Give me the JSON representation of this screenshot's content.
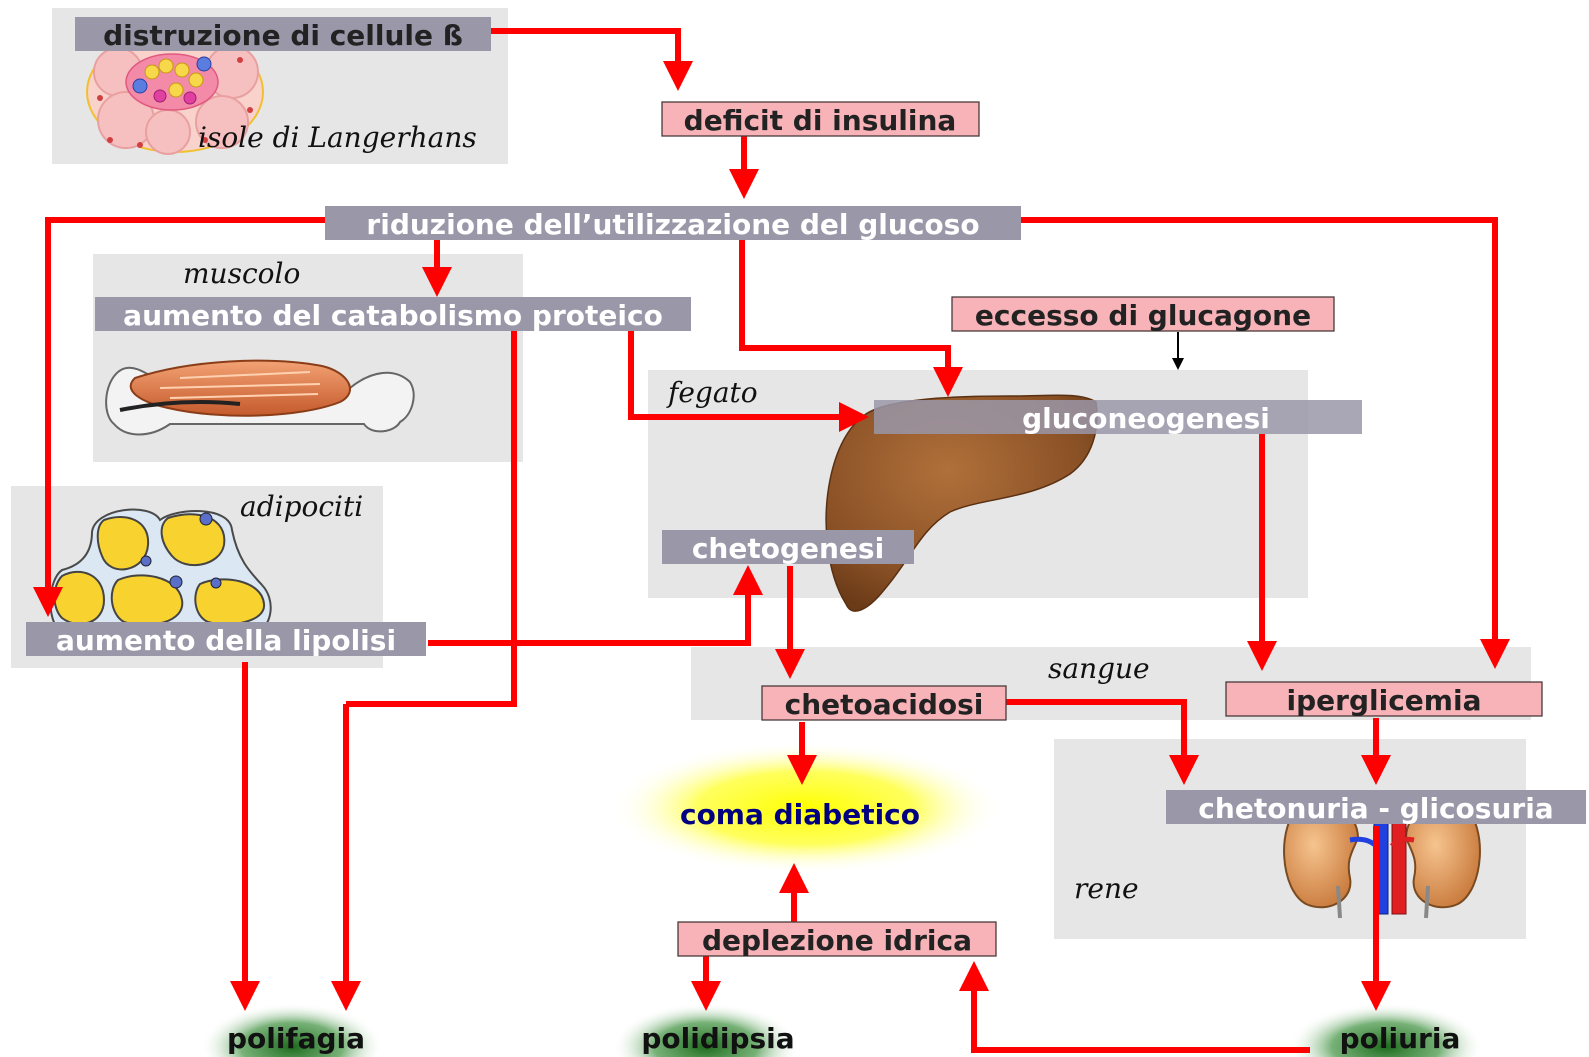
{
  "nodes": {
    "distruzione": "distruzione di cellule ß",
    "deficit": "deficit di insulina",
    "riduzione": "riduzione dell’utilizzazione del glucoso",
    "catabolismo": "aumento del catabolismo proteico",
    "glucagone": "eccesso di glucagone",
    "gluconeogenesi": "gluconeogenesi",
    "chetogenesi": "chetogenesi",
    "lipolisi": "aumento della lipolisi",
    "chetoacidosi": "chetoacidosi",
    "iperglicemia": "iperglicemia",
    "chetonuria": "chetonuria - glicosuria",
    "coma": "coma diabetico",
    "deplezione": "deplezione idrica",
    "polifagia": "polifagia",
    "polidipsia": "polidipsia",
    "poliuria": "poliuria"
  },
  "organs": {
    "langerhans": "isole di Langerhans",
    "muscolo": "muscolo",
    "adipociti": "adipociti",
    "fegato": "fegato",
    "sangue": "sangue",
    "rene": "rene"
  },
  "colors": {
    "arrow": "#ff0000",
    "label_gray": "#9a97a8",
    "label_pink": "#f7b3b8",
    "panel": "#e6e6e6",
    "coma_text": "#000080",
    "coma_glow": "#ffff00",
    "symptom_glow": "#2e7d2e"
  },
  "icons": [
    "pancreatic-islet-icon",
    "muscle-icon",
    "adipocytes-icon",
    "liver-icon",
    "kidneys-icon"
  ]
}
